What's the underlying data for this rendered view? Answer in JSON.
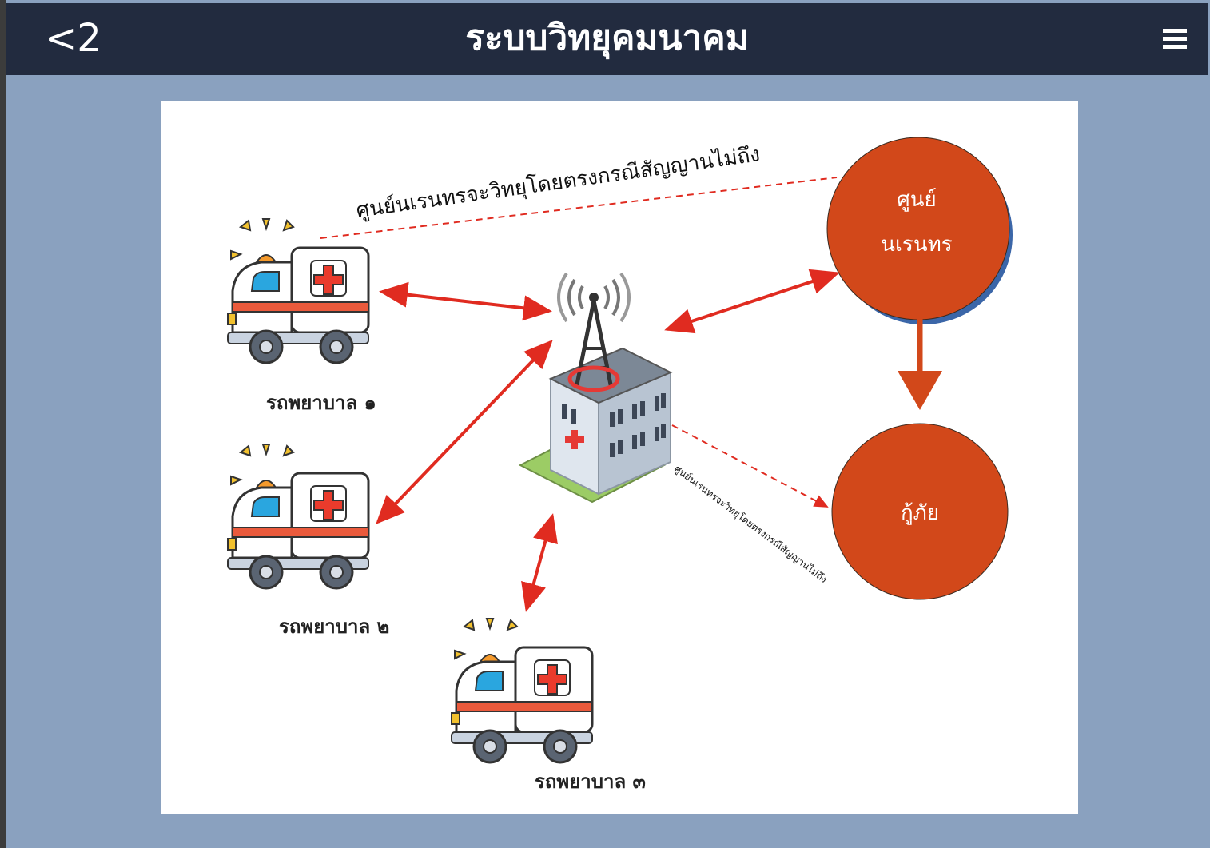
{
  "header": {
    "back_label": "<2",
    "title": "ระบบวิทยุคมนาคม",
    "menu_icon": "hamburger-menu-icon"
  },
  "diagram": {
    "ambulances": [
      {
        "label": "รถพยาบาล ๑"
      },
      {
        "label": "รถพยาบาล ๒"
      },
      {
        "label": "รถพยาบาล ๓"
      }
    ],
    "hub": {
      "icon": "hospital-radio-tower-icon"
    },
    "nodes": {
      "narenthorn_line1": "ศูนย์",
      "narenthorn_line2": "นเรนทร",
      "rescue": "กู้ภัย"
    },
    "annotations": {
      "top_dashed": "ศูนย์นเรนทรจะวิทยุโดยตรงกรณีสัญญานไม่ถึง",
      "bottom_dashed": "ศูนย์นเรนทรจะวิทยุโดยตรงกรณีสัญญานไม่ถึง"
    },
    "colors": {
      "arrow": "#e02b20",
      "node_fill": "#d2481a",
      "node_shadow": "#3b66a8",
      "header_bg": "#222b3f",
      "page_bg": "#8aa1bf"
    }
  }
}
